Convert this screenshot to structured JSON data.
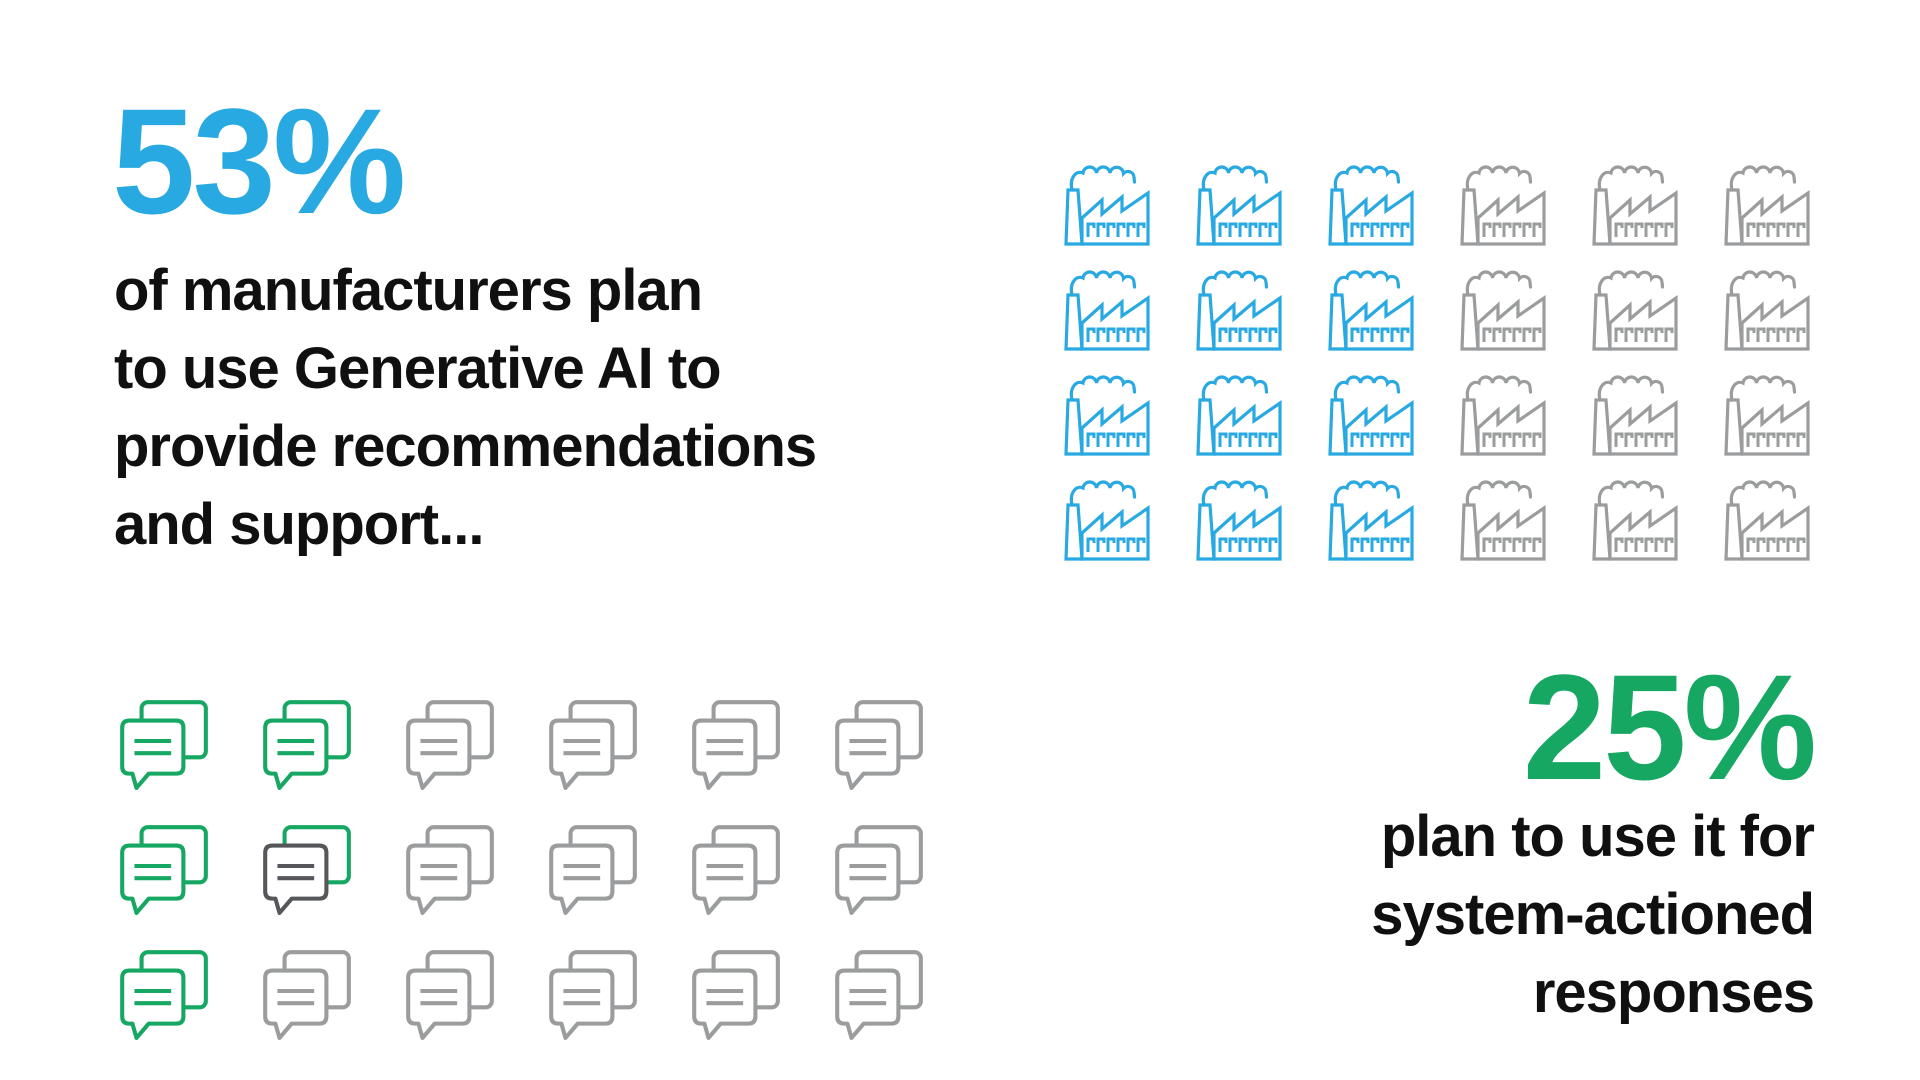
{
  "background": "#FFFFFF",
  "stat_left": {
    "value": "53%",
    "color": "#29A9E1",
    "description_lines": [
      "of manufacturers plan",
      "to use Generative AI to",
      "provide recommendations",
      "and support..."
    ]
  },
  "stat_right": {
    "value": "25%",
    "color": "#16A762",
    "description_lines": [
      "plan to use it for",
      "system-actioned",
      "responses"
    ]
  },
  "factory_grid": {
    "icon": "factory-icon",
    "template": "factory-icon-template",
    "rows": 4,
    "cols": 6,
    "active_color": "#29A9E1",
    "inactive_color": "#9A9C9E",
    "cells": [
      [
        "active",
        "active",
        "active",
        "inactive",
        "inactive",
        "inactive"
      ],
      [
        "active",
        "active",
        "active",
        "inactive",
        "inactive",
        "inactive"
      ],
      [
        "active",
        "active",
        "active",
        "inactive",
        "inactive",
        "inactive"
      ],
      [
        "active",
        "active",
        "active",
        "inactive",
        "inactive",
        "inactive"
      ]
    ]
  },
  "chat_grid": {
    "icon": "chat-icon",
    "template": "chat-icon-template",
    "rows": 3,
    "cols": 6,
    "active_color": "#16A762",
    "inactive_color": "#9A9C9E",
    "partial_front_color": "#56575B",
    "cells": [
      [
        "active",
        "active",
        "inactive",
        "inactive",
        "inactive",
        "inactive"
      ],
      [
        "active",
        "partial",
        "inactive",
        "inactive",
        "inactive",
        "inactive"
      ],
      [
        "active",
        "inactive",
        "inactive",
        "inactive",
        "inactive",
        "inactive"
      ]
    ]
  },
  "chart_data": [
    {
      "type": "pictograph",
      "title": "53% of manufacturers plan to use Generative AI to provide recommendations and support...",
      "value_pct": 53,
      "icon": "factory",
      "total_icons": 24,
      "filled_icons": 12,
      "grid": "6 cols x 4 rows",
      "fill_color": "#29A9E1",
      "empty_color": "#9A9C9E"
    },
    {
      "type": "pictograph",
      "title": "25% plan to use it for system-actioned responses",
      "value_pct": 25,
      "icon": "chat-bubbles",
      "total_icons": 18,
      "filled_icons": 4.5,
      "grid": "6 cols x 3 rows",
      "fill_color": "#16A762",
      "empty_color": "#9A9C9E"
    }
  ]
}
